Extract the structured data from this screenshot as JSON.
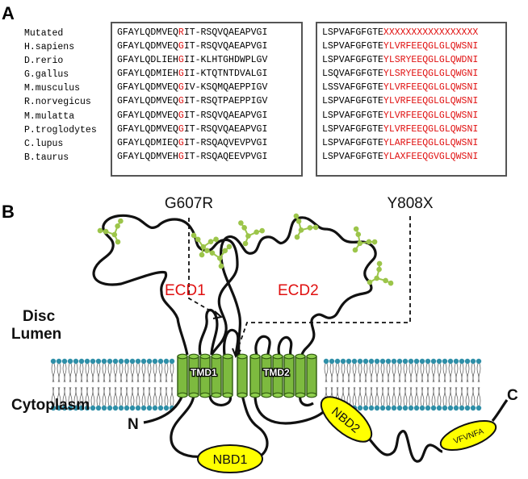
{
  "panel_a": {
    "label": "A",
    "rows": [
      {
        "species": "Mutated",
        "l_pre": "GFAYLQDMVEQ",
        "l_mut": "R",
        "l_post": "IT-RSQVQAEAPVGI",
        "r_pre": "LSPVAFGFGTE",
        "r_red": "XXXXXXXXXXXXXXXXX"
      },
      {
        "species": "H.sapiens",
        "l_pre": "GFAYLQDMVEQ",
        "l_mut": "G",
        "l_post": "IT-RSQVQAEAPVGI",
        "r_pre": "LSPVAFGFGTE",
        "r_red": "YLVRFEEQGLGLQWSNI"
      },
      {
        "species": "D.rerio",
        "l_pre": "GFAYLQDLIEH",
        "l_mut": "G",
        "l_post": "II-KLHTGHDWPLGV",
        "r_pre": "LSPVAFGFGTE",
        "r_red": "YLSRYEEQGLGLQWDNI"
      },
      {
        "species": "G.gallus",
        "l_pre": "GFAYLQDMIEH",
        "l_mut": "G",
        "l_post": "II-KTQTNTDVALGI",
        "r_pre": "LSQVAFGFGTE",
        "r_red": "YLSRYEEQGLGLQWGNI"
      },
      {
        "species": "M.musculus",
        "l_pre": "GFAYLQDMVEQ",
        "l_mut": "G",
        "l_post": "IV-KSQMQAEPPIGV",
        "r_pre": "LSSVAFGFGTE",
        "r_red": "YLVRFEEQGLGLQWSNI"
      },
      {
        "species": "R.norvegicus",
        "l_pre": "GFAYLQDMVEQ",
        "l_mut": "G",
        "l_post": "IT-RSQTPAEPPIGV",
        "r_pre": "LSPVAFGFGTE",
        "r_red": "YLVRFEEQGLGLQWSNI"
      },
      {
        "species": "M.mulatta",
        "l_pre": "GFAYLQDMVEQ",
        "l_mut": "G",
        "l_post": "IT-RSQVQAEAPVGI",
        "r_pre": "LSPVAFGFGTE",
        "r_red": "YLVRFEEQGLGLQWSNI"
      },
      {
        "species": "P.troglodytes",
        "l_pre": "GFAYLQDMVEQ",
        "l_mut": "G",
        "l_post": "IT-RSQVQAEAPVGI",
        "r_pre": "LSPVAFGFGTE",
        "r_red": "YLVRFEEQGLGLQWSNI"
      },
      {
        "species": "C.lupus",
        "l_pre": "GFAYLQDMIEQ",
        "l_mut": "G",
        "l_post": "IT-RSQAQVEVPVGI",
        "r_pre": "LSPVAFGFGTE",
        "r_red": "YLARFEEQGLGLQWSNI"
      },
      {
        "species": "B.taurus",
        "l_pre": "GFAYLQDMVEH",
        "l_mut": "G",
        "l_post": "IT-RSQAQEEVPVGI",
        "r_pre": "LSPVAFGFGTE",
        "r_red": "YLAXFEEQGVGLQWSNI"
      }
    ]
  },
  "panel_b": {
    "label": "B",
    "mutation_left": "G607R",
    "mutation_right": "Y808X",
    "ecd1": "ECD1",
    "ecd2": "ECD2",
    "disc": "Disc",
    "lumen": "Lumen",
    "tmd1": "TMD1",
    "tmd2": "TMD2",
    "cytoplasm": "Cytoplasm",
    "n_term": "N",
    "c_term": "C",
    "nbd1": "NBD1",
    "nbd2": "NBD2",
    "motif": "VFVNFA"
  },
  "colors": {
    "membrane_head": "#2e8fa8",
    "tmd_fill": "#7dba3f",
    "nbd_fill": "#ffff00",
    "glycan": "#9cc54a",
    "mutation_red": "#e01010"
  }
}
